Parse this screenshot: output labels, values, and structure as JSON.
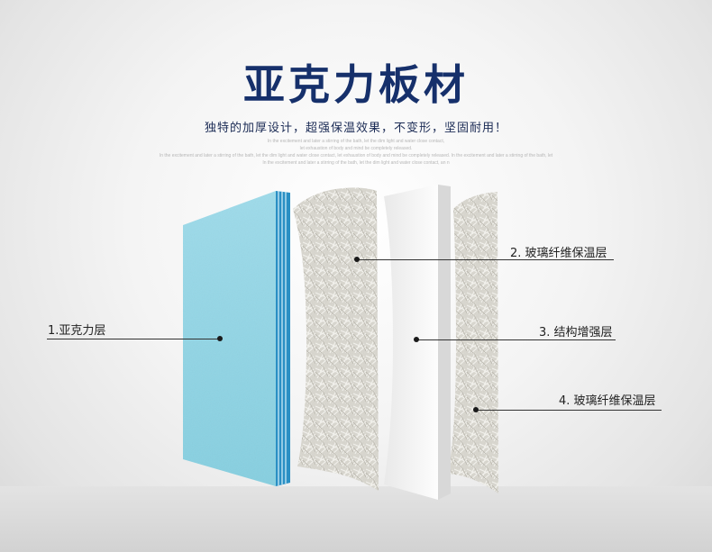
{
  "title": "亚克力板材",
  "subtitle": "独特的加厚设计，超强保温效果，不变形，坚固耐用！",
  "fine_print": [
    "In the excitement and later a stirring of the bath, let the dim light and water close contact,",
    "let exhaustion of body and mind be completely released.",
    "In the excitement and later a stirring of the bath, let the dim light and water close contact, let exhaustion of body and mind be completely released. In the excitement and later a stirring of the bath, let",
    "In the excitement and later a stirring of the bath, let the dim light and water close contact, an n"
  ],
  "layers": [
    {
      "label": "1.亚克力层",
      "color": "#8fd3e3"
    },
    {
      "label": "2. 玻璃纤维保温层",
      "color": "#d8d6cf"
    },
    {
      "label": "3. 结构增强层",
      "color": "#f2f2f2"
    },
    {
      "label": "4. 玻璃纤维保温层",
      "color": "#d8d6cf"
    }
  ],
  "colors": {
    "title": "#16306b",
    "acrylic": "#8fd3e3",
    "acrylic_edge": "#2a8fc4"
  }
}
